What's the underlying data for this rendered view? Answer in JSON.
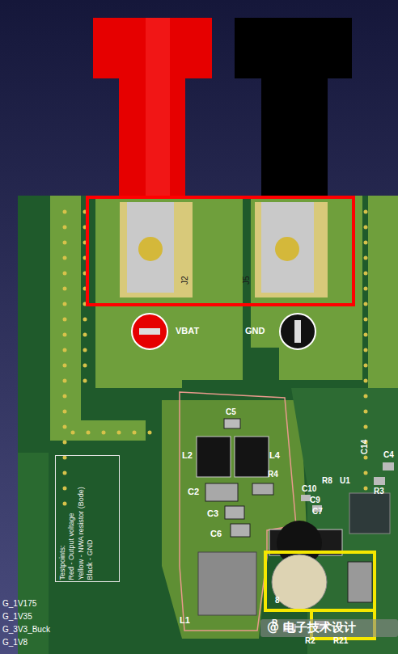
{
  "diagram": {
    "nodes": [
      {
        "text": [
          "Testpoints:",
          "Red - Output voltage",
          "Yellow - NWA resistor (Bode)",
          "Black - GND"
        ]
      }
    ],
    "labels": [
      "J2",
      "J5",
      "VBAT",
      "GND",
      "C5",
      "L2",
      "L4",
      "R4",
      "C2",
      "C3",
      "C6",
      "L1",
      "C14",
      "C4",
      "R8",
      "U1",
      "C10",
      "C9",
      "C7",
      "R3",
      "8",
      "R",
      "R2",
      "R21",
      "@ 电子技术设计",
      "G_1V175",
      "G_1V35",
      "G_3V3_Buck",
      "G_1V8"
    ]
  }
}
